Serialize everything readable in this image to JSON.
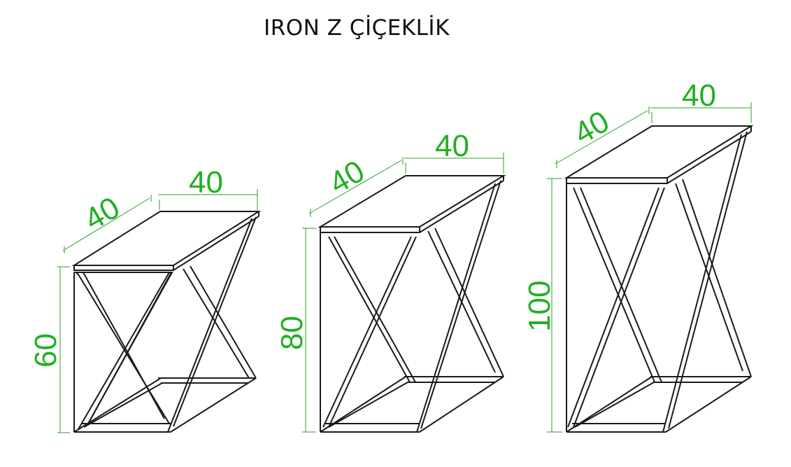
{
  "title": "IRON Z ÇİÇEKLİK",
  "units": [
    {
      "name": "small-planter",
      "depth": "40",
      "width": "40",
      "height": "60"
    },
    {
      "name": "medium-planter",
      "depth": "40",
      "width": "40",
      "height": "80"
    },
    {
      "name": "large-planter",
      "depth": "40",
      "width": "40",
      "height": "100"
    }
  ],
  "colors": {
    "frame": "#1a1a1a",
    "dimension": "#22b022",
    "background": "#ffffff"
  }
}
